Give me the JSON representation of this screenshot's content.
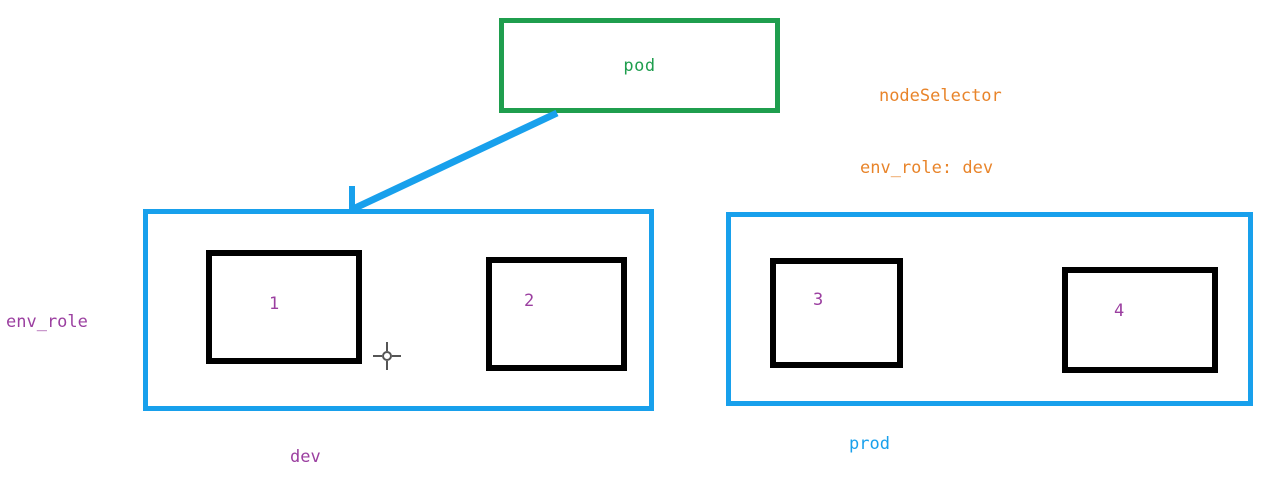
{
  "diagram": {
    "title": "kubernetes nodeSelector pod scheduling diagram",
    "colors": {
      "pod_green": "#1f9e4e",
      "group_blue": "#18a0ec",
      "node_black": "#000000",
      "label_purple": "#9b3fa0",
      "annotation_orange": "#e8842a",
      "background": "#ffffff"
    },
    "pod": {
      "label": "pod"
    },
    "annotation": {
      "line1": "nodeSelector",
      "line2": "env_role: dev"
    },
    "axis_label": {
      "text": "env_role"
    },
    "groups": [
      {
        "id": "dev",
        "label": "dev",
        "label_color": "#9b3fa0",
        "nodes": [
          {
            "label": "1"
          },
          {
            "label": "2"
          }
        ]
      },
      {
        "id": "prod",
        "label": "prod",
        "label_color": "#18a0ec",
        "nodes": [
          {
            "label": "3"
          },
          {
            "label": "4"
          }
        ]
      }
    ],
    "arrow": {
      "from": "pod",
      "to": "dev-group"
    },
    "cursor": {
      "kind": "crosshair-move-cursor"
    }
  }
}
